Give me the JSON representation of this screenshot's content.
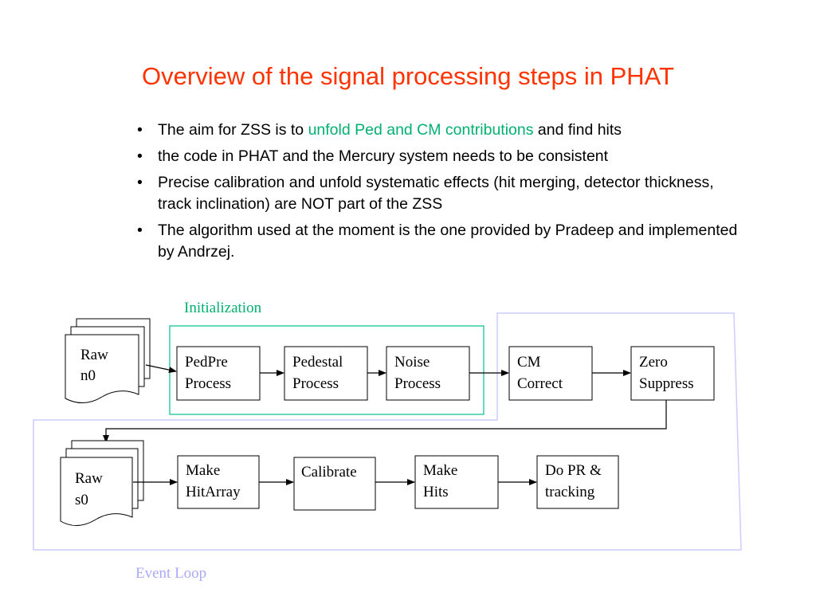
{
  "title": "Overview of the signal processing steps in PHAT",
  "bullets": [
    {
      "before": "The aim for ZSS is to ",
      "highlight": "unfold Ped and CM contributions",
      "after": " and find hits"
    },
    {
      "before": "the code in PHAT and the Mercury system needs to be consistent",
      "highlight": "",
      "after": ""
    },
    {
      "before": "Precise calibration and unfold systematic effects (hit merging, detector thickness, track inclination) are NOT part of the ZSS",
      "highlight": "",
      "after": ""
    },
    {
      "before": "The algorithm used at the moment is the one provided by Pradeep and implemented by Andrzej.",
      "highlight": "",
      "after": ""
    }
  ],
  "diagram": {
    "initialization_label": "Initialization",
    "event_loop_label": "Event Loop",
    "raw_n0": [
      "Raw",
      "n0"
    ],
    "raw_s0": [
      "Raw",
      "s0"
    ],
    "pedpre": [
      "PedPre",
      "Process"
    ],
    "pedestal": [
      "Pedestal",
      "Process"
    ],
    "noise": [
      "Noise",
      "Process"
    ],
    "cm": [
      "CM",
      "Correct"
    ],
    "zero": [
      "Zero",
      "Suppress"
    ],
    "make_hitarray": [
      "Make",
      "HitArray"
    ],
    "calibrate": "Calibrate",
    "make_hits": [
      "Make",
      "Hits"
    ],
    "do_pr": [
      "Do PR &",
      "tracking"
    ]
  },
  "colors": {
    "title": "#ff3300",
    "highlight": "#00b070",
    "initialization": "#00b070",
    "event_loop": "#aaaaff"
  }
}
